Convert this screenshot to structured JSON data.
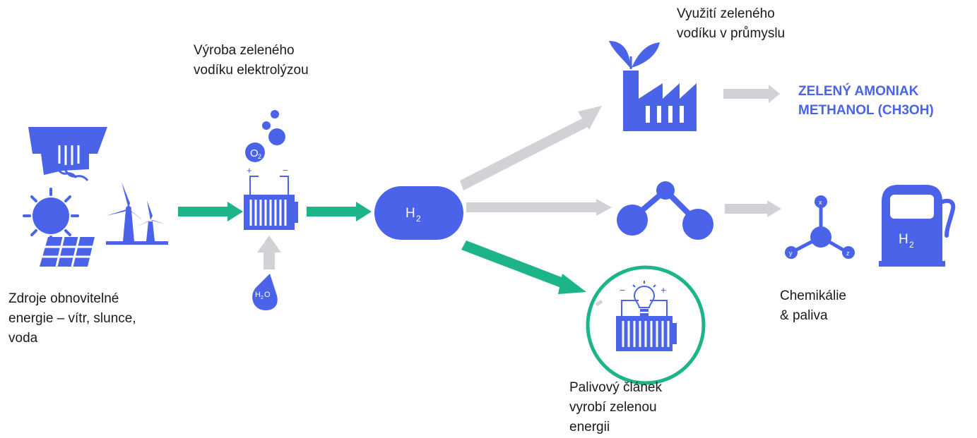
{
  "labels": {
    "renewables": [
      "Zdroje obnovitelné",
      "energie – vítr, slunce,",
      "voda"
    ],
    "electrolysis": [
      "Výroba zeleného",
      "vodíku elektrolýzou"
    ],
    "industry": [
      "Využití zeleného",
      "vodíku v průmyslu"
    ],
    "products": [
      "ZELENÝ AMONIAK",
      "METHANOL (CH3OH)"
    ],
    "chemicals": [
      "Chemikálie",
      "& paliva"
    ],
    "fuel_cell": [
      "Palivový článek",
      "vyrobí zelenou",
      "energii"
    ]
  },
  "icon_text": {
    "o2": "O",
    "o2_sub": "2",
    "h2o": "H",
    "h2o_sub": "2",
    "h2o_o": "O",
    "h2": "H",
    "h2_sub": "2",
    "pump_h2": "H",
    "pump_h2_sub": "2",
    "plus": "+",
    "minus": "−",
    "axis_x": "x",
    "axis_y": "y",
    "axis_z": "z"
  },
  "colors": {
    "icon": "#4a63e8",
    "green_arrow": "#1db489",
    "grey_arrow": "#d2d2d6",
    "accent_text": "#4a63e8"
  }
}
